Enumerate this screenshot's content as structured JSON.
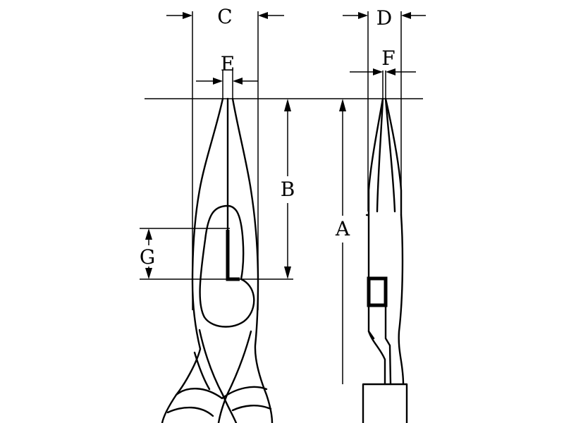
{
  "labels": {
    "A": "A",
    "B": "B",
    "C": "C",
    "D": "D",
    "E": "E",
    "F": "F",
    "G": "G"
  },
  "colors": {
    "line": "#000000",
    "background": "#ffffff"
  }
}
